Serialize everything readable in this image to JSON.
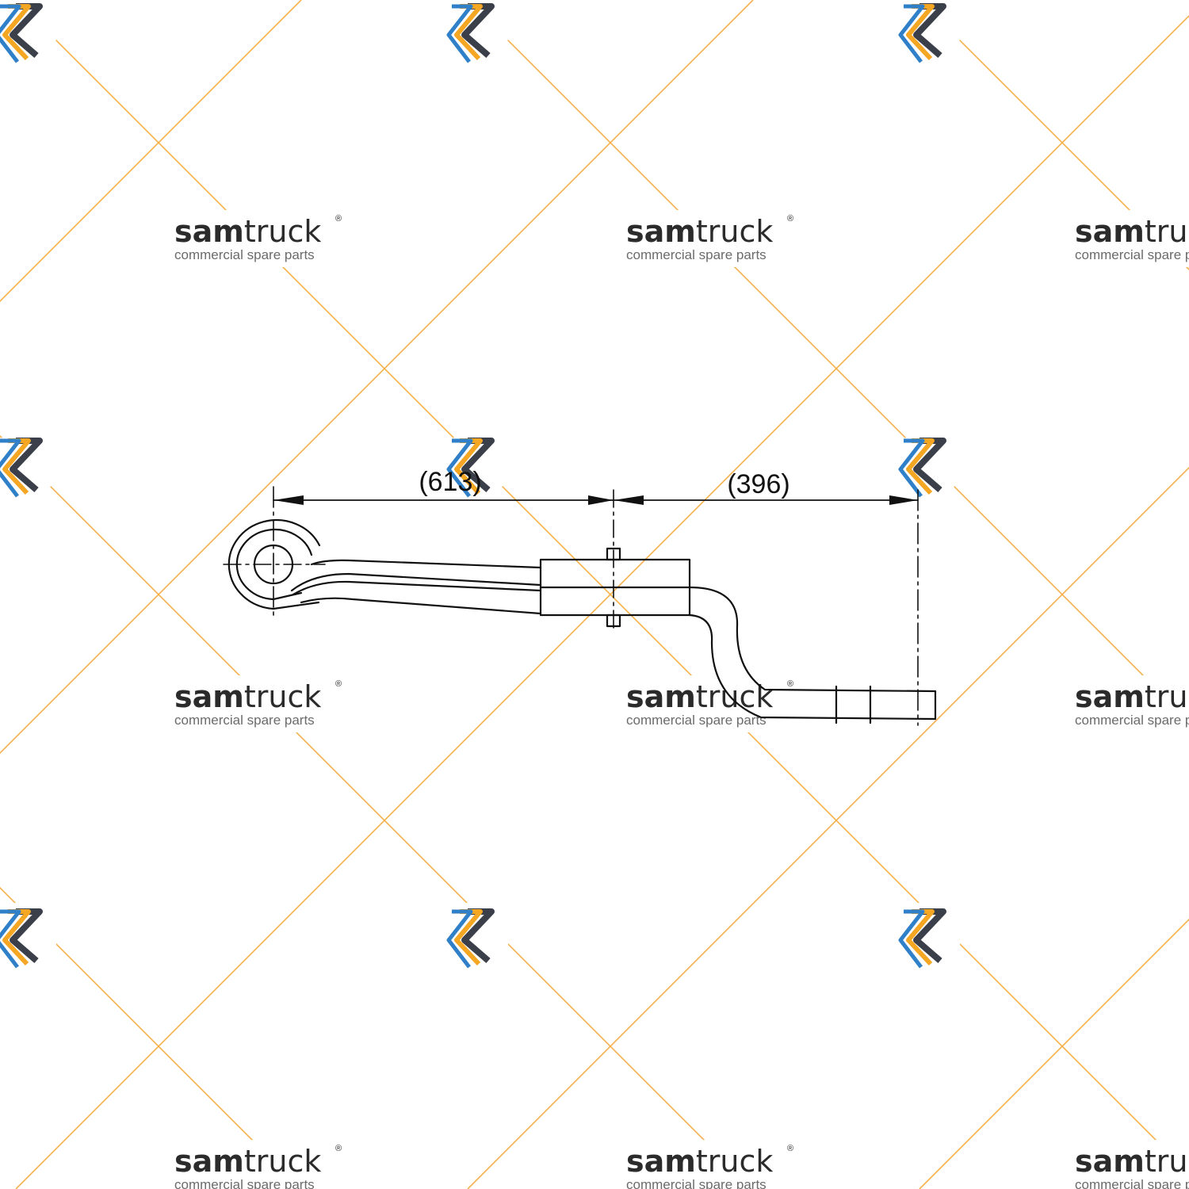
{
  "watermark": {
    "brand_bold": "sam",
    "brand_light": "truck",
    "registered": "®",
    "tagline": "commercial spare parts",
    "colors": {
      "text": "#2b2b2b",
      "tagline": "#6b6b6b",
      "orange": "#f5a623",
      "blue": "#2f80c8",
      "dark": "#3a3f4a",
      "lattice": "#f6b04a"
    },
    "logo_icon": "samtruck-s-icon"
  },
  "drawing": {
    "dimensions": [
      {
        "id": "left-span",
        "label": "(613)"
      },
      {
        "id": "right-span",
        "label": "(396)"
      }
    ],
    "line_color": "#111111"
  }
}
